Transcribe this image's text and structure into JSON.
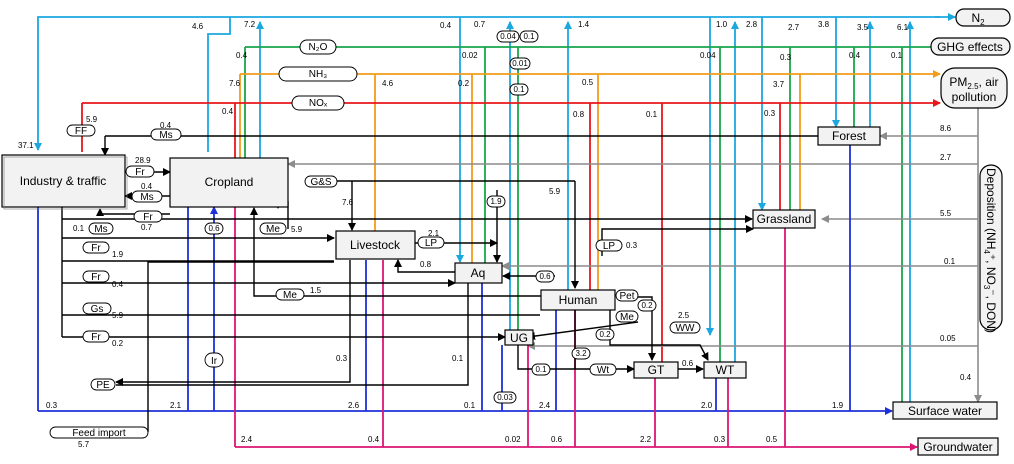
{
  "colors": {
    "n2": "#1ba8e0",
    "n2o": "#18a54b",
    "nh3": "#f39c1a",
    "nox": "#e8171b",
    "surface_water": "#1e30d8",
    "groundwater": "#dc1473",
    "deposition": "#8c8c8c",
    "internal": "#000000"
  },
  "nodes": {
    "industry": "Industry & traffic",
    "cropland": "Cropland",
    "livestock": "Livestock",
    "aq": "Aq",
    "human": "Human",
    "grassland": "Grassland",
    "forest": "Forest",
    "ug": "UG",
    "gt": "GT",
    "wt": "WT",
    "surface_water": "Surface water",
    "groundwater": "Groundwater",
    "n2": "N",
    "ghg": "GHG effects",
    "pm": "PM",
    "pm_sub": "2.5",
    "pm_rest": ", air",
    "pm_line2": "pollution",
    "deposition": "Deposition (NH",
    "deposition_sub1": "4",
    "deposition_mid": "⁺, NO",
    "deposition_sub2": "3",
    "deposition_end": "⁻, DON)"
  },
  "gases": {
    "n2o": "N₂O",
    "nh3": "NH₃",
    "nox": "NOₓ"
  },
  "pills": {
    "ff": "FF",
    "ms_top": "Ms",
    "fr_top": "Fr",
    "ms_mid": "Ms",
    "fr_mid": "Fr",
    "ms_low": "Ms",
    "fr_a": "Fr",
    "fr_b": "Fr",
    "gs": "Gs",
    "fr_c": "Fr",
    "pe": "PE",
    "feed_import": "Feed import",
    "gs_and_s": "G&S",
    "me_crop": "Me",
    "me_low": "Me",
    "lp_aq": "LP",
    "lp_grass": "LP",
    "ir": "Ir",
    "pet": "Pet",
    "me_human": "Me",
    "ww": "WW",
    "wt_pill": "Wt",
    "p06": "0.6",
    "p19": "1.9",
    "p004": "0.04",
    "p01a": "0.1",
    "p001": "0.01",
    "p01b": "0.1",
    "p06b": "0.6",
    "p02a": "0.2",
    "p02b": "0.2",
    "p32": "3.2",
    "p01c": "0.1",
    "p003": "0.03"
  },
  "values": {
    "v371": "37.1",
    "v59a": "5.9",
    "v04a": "0.4",
    "v289": "28.9",
    "v04b": "0.4",
    "v07": "0.7",
    "v01a": "0.1",
    "v19": "1.9",
    "v04c": "0.4",
    "v59b": "5.9",
    "v02a": "0.2",
    "v46a": "4.6",
    "v72": "7.2",
    "v04d": "0.4",
    "v76a": "7.6",
    "v04e": "0.4",
    "v46b": "4.6",
    "v76b": "7.6",
    "v59c": "5.9",
    "v21": "2.1",
    "v08": "0.8",
    "v15": "1.5",
    "v59d": "5.9",
    "v03a": "0.3",
    "v03b": "0.3",
    "v21b": "2.1",
    "v26": "2.6",
    "v24a": "2.4",
    "v04f": "0.4",
    "v04g": "0.4",
    "v07b": "0.7",
    "v002a": "0.02",
    "v02b": "0.2",
    "v01b": "0.1",
    "v14": "1.4",
    "v05a": "0.5",
    "v08b": "0.8",
    "v01c": "0.1",
    "v24b": "2.4",
    "v01d": "0.1",
    "v002b": "0.02",
    "v06a": "0.6",
    "v10": "1.0",
    "v28": "2.8",
    "v27": "2.7",
    "v38": "3.8",
    "v35": "3.5",
    "v61": "6.1",
    "v004": "0.04",
    "v03c": "0.3",
    "v04h": "0.4",
    "v01e": "0.1",
    "v37": "3.7",
    "v03d": "0.3",
    "v86": "8.6",
    "v27b": "2.7",
    "v55": "5.5",
    "v01f": "0.1",
    "v005": "0.05",
    "v04i": "0.4",
    "v03e": "0.3",
    "v25": "2.5",
    "v06b": "0.6",
    "v20": "2.0",
    "v19b": "1.9",
    "v22": "2.2",
    "v03f": "0.3",
    "v05b": "0.5",
    "v57": "5.7"
  }
}
